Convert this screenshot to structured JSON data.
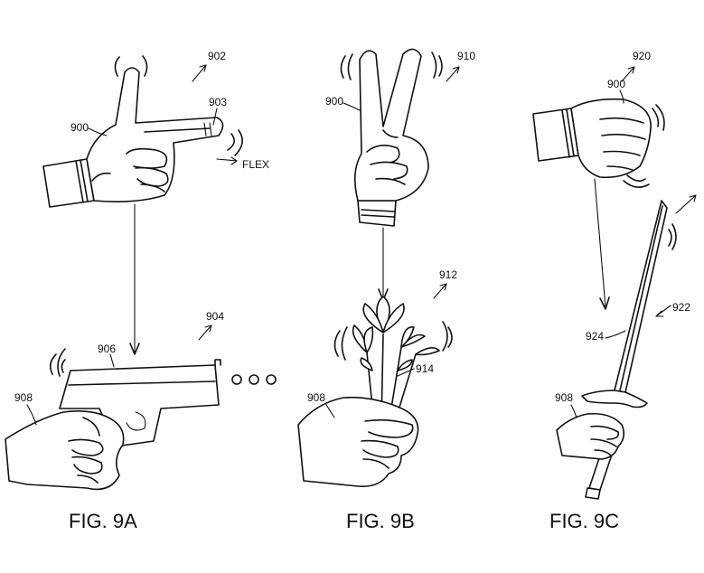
{
  "figures": {
    "a": {
      "caption": "FIG. 9A",
      "refs": {
        "r902": "902",
        "r900": "900",
        "r903": "903",
        "flex": "FLEX",
        "r904": "904",
        "r906": "906",
        "r908": "908"
      }
    },
    "b": {
      "caption": "FIG. 9B",
      "refs": {
        "r910": "910",
        "r900": "900",
        "r912": "912",
        "r914": "914",
        "r908": "908"
      }
    },
    "c": {
      "caption": "FIG. 9C",
      "refs": {
        "r920": "920",
        "r900": "900",
        "r922": "922",
        "r924": "924",
        "r908": "908"
      }
    }
  }
}
